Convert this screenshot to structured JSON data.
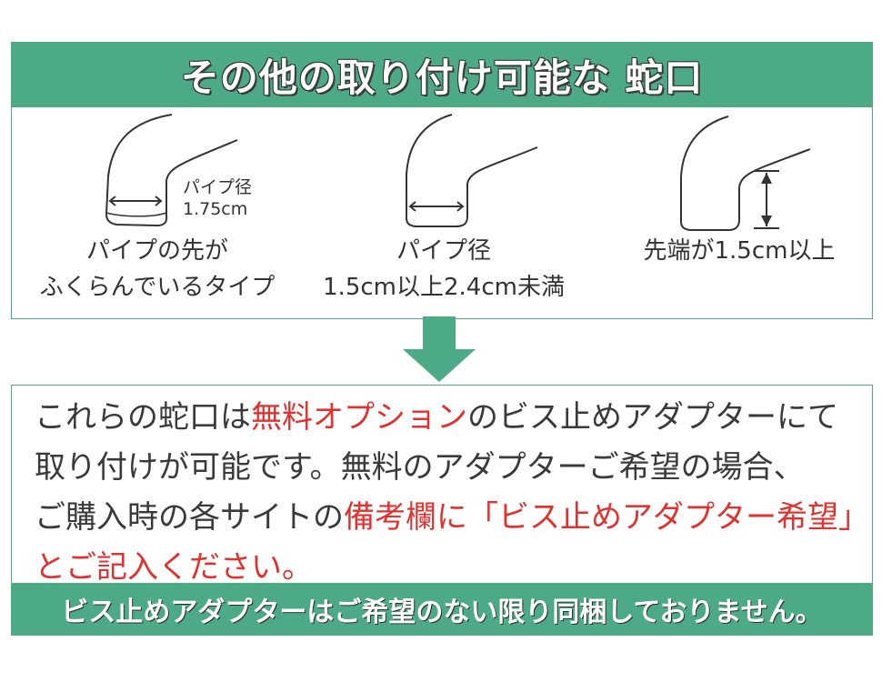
{
  "header": {
    "title": "その他の取り付け可能な 蛇口"
  },
  "types": [
    {
      "caption_lines": [
        "パイプの先が",
        "ふくらんでいるタイプ"
      ],
      "label_lines": [
        "パイプ径",
        "1.75cm"
      ]
    },
    {
      "caption_lines": [
        "パイプ径",
        "1.5cm以上2.4cm未満"
      ]
    },
    {
      "caption_lines": [
        "先端が1.5cm以上"
      ]
    }
  ],
  "info": {
    "lines": [
      [
        {
          "text": "これらの蛇口は",
          "red": false
        },
        {
          "text": "無料オプション",
          "red": true
        },
        {
          "text": "のビス止めアダプターにて",
          "red": false
        }
      ],
      [
        {
          "text": "取り付けが可能です。無料のアダプターご希望の場合、",
          "red": false
        }
      ],
      [
        {
          "text": "ご購入時の各サイトの",
          "red": false
        },
        {
          "text": "備考欄に「ビス止めアダプター希望」",
          "red": true
        }
      ],
      [
        {
          "text": "とご記入ください。",
          "red": true
        }
      ]
    ]
  },
  "footer": {
    "text": "ビス止めアダプターはご希望のない限り同梱しておりません。"
  },
  "colors": {
    "accent": "#4daa87",
    "red": "#e0322e",
    "text": "#333333"
  }
}
